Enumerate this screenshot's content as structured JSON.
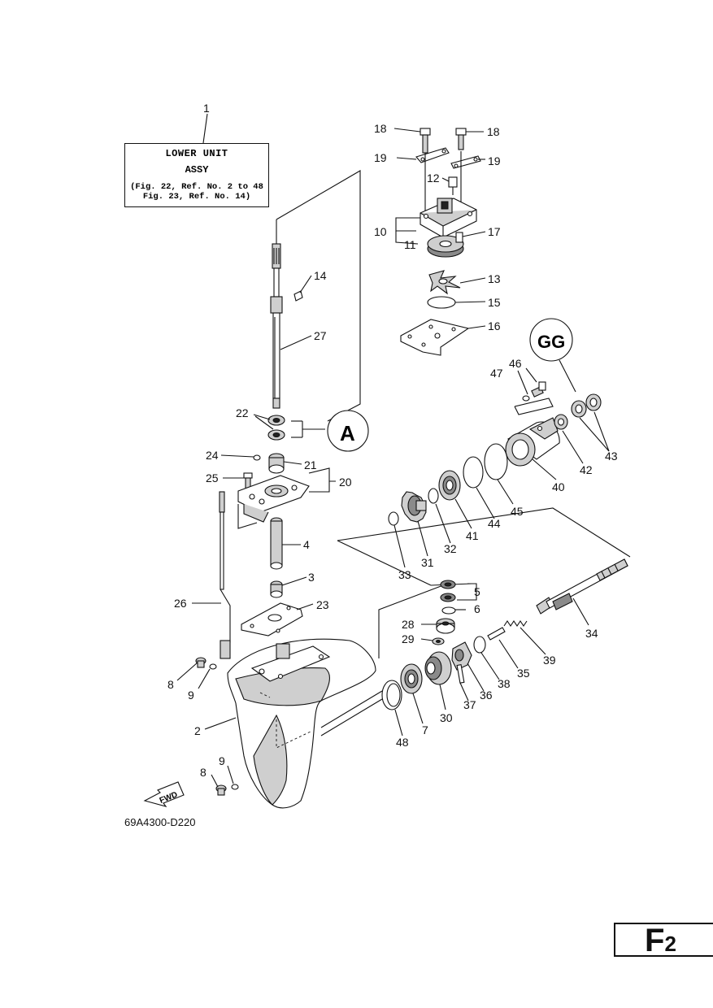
{
  "assembly_label": {
    "line1": "LOWER UNIT",
    "line2": "ASSY",
    "line3": "(Fig. 22, Ref. No. 2 to 48",
    "line4": " Fig. 23, Ref. No. 14)"
  },
  "figure_code": "69A4300-D220",
  "page_badge": {
    "main": "F",
    "sub": "2"
  },
  "forward_marker": "FWD",
  "symbols": {
    "grease_a": "A",
    "grease_b": "GG"
  },
  "callouts": {
    "c1": "1",
    "c2": "2",
    "c3": "3",
    "c4": "4",
    "c5": "5",
    "c6": "6",
    "c7": "7",
    "c8a": "8",
    "c8b": "8",
    "c9a": "9",
    "c9b": "9",
    "c10": "10",
    "c11": "11",
    "c12": "12",
    "c13": "13",
    "c14": "14",
    "c15": "15",
    "c16": "16",
    "c17": "17",
    "c18a": "18",
    "c18b": "18",
    "c19a": "19",
    "c19b": "19",
    "c20": "20",
    "c21": "21",
    "c22": "22",
    "c23": "23",
    "c24": "24",
    "c25": "25",
    "c26": "26",
    "c27": "27",
    "c28": "28",
    "c29": "29",
    "c30": "30",
    "c31": "31",
    "c32": "32",
    "c33": "33",
    "c34": "34",
    "c35": "35",
    "c36": "36",
    "c37": "37",
    "c38": "38",
    "c39": "39",
    "c40": "40",
    "c41": "41",
    "c42": "42",
    "c43": "43",
    "c44": "44",
    "c45": "45",
    "c46": "46",
    "c47": "47",
    "c48": "48"
  }
}
